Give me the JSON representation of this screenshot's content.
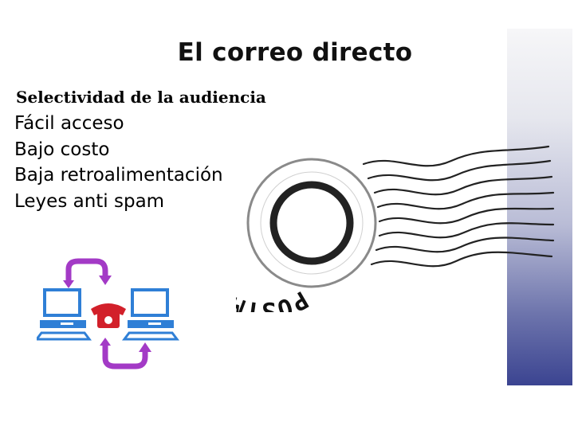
{
  "slide": {
    "title": "El correo directo",
    "first_item": "Selectividad de la audiencia",
    "items": [
      "Fácil acceso",
      "Bajo costo",
      "Baja retroalimentación",
      "Leyes anti spam"
    ]
  },
  "postmark": {
    "text": "POSTMARK"
  },
  "colors": {
    "band_bottom": "#3b4491",
    "arrow": "#a33ac6",
    "phone": "#d2202a",
    "computer": "#2f7fd6"
  },
  "icons": [
    "postmark-stamp-icon",
    "computer-icon",
    "telephone-icon",
    "cycle-arrow-icon"
  ]
}
